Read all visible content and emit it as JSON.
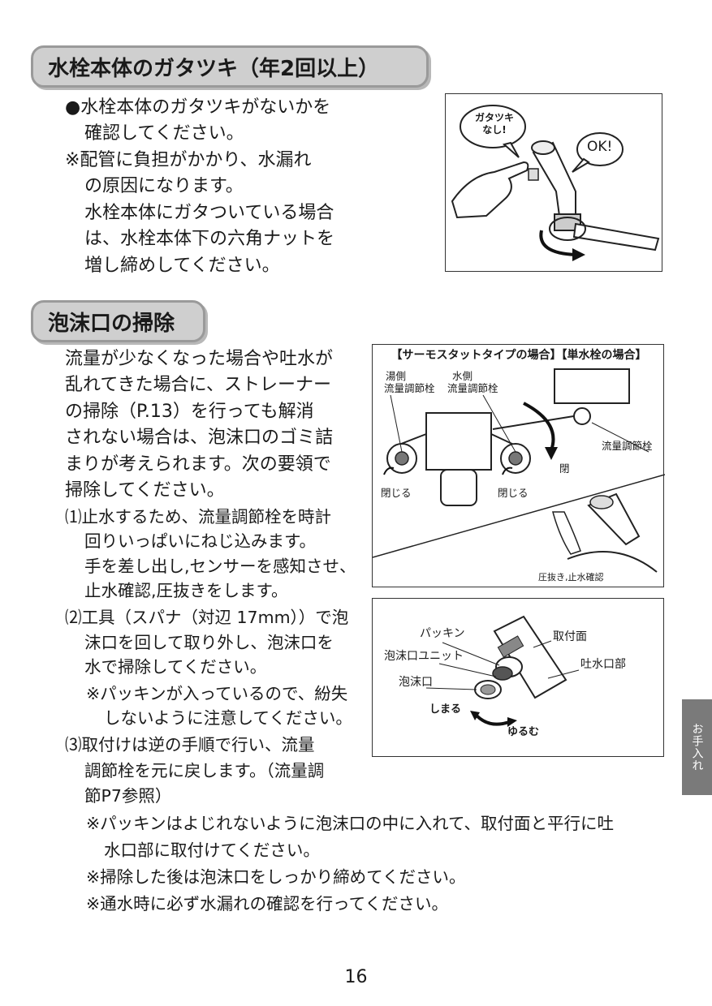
{
  "section1": {
    "title": "水栓本体のガタツキ（年2回以上）",
    "lines": [
      "●水栓本体のガタツキがないかを",
      "確認してください。",
      "※配管に負担がかかり、水漏れ",
      "の原因になります。",
      "水栓本体にガタついている場合",
      "は、水栓本体下の六角ナットを",
      "増し締めしてください。"
    ],
    "figure": {
      "bubble_left": "ガタツキ\nなし!",
      "bubble_right": "OK!"
    }
  },
  "section2": {
    "title": "泡沫口の掃除",
    "lines": [
      "流量が少なくなった場合や吐水が",
      "乱れてきた場合に、ストレーナー",
      "の掃除（P.13）を行っても解消",
      "されない場合は、泡沫口のゴミ詰",
      "まりが考えられます。次の要領で",
      "掃除してください。",
      "⑴止水するため、流量調節栓を時計",
      "回りいっぱいにねじ込みます。",
      "手を差し出し,センサーを感知させ、",
      "止水確認,圧抜きをします。",
      "⑵工具（スパナ（対辺 17mm））で泡",
      "沫口を回して取り外し、泡沫口を",
      "水で掃除してください。",
      "※パッキンが入っているので、紛失",
      "しないように注意してください。",
      "⑶取付けは逆の手順で行い、流量",
      "調節栓を元に戻します。（流量調",
      "節P7参照）"
    ],
    "notes": [
      "※パッキンはよじれないように泡沫口の中に入れて、取付面と平行に吐",
      "水口部に取付けてください。",
      "※掃除した後は泡沫口をしっかり締めてください。",
      "※通水時に必ず水漏れの確認を行ってください。"
    ],
    "figure1": {
      "header": "【サーモスタットタイプの場合】【単水栓の場合】",
      "hot_label_1": "湯側",
      "hot_label_2": "流量調節栓",
      "cold_label_1": "水側",
      "cold_label_2": "流量調節栓",
      "close_left": "閉じる",
      "close_right": "閉じる",
      "single_label": "流量調節栓",
      "close_single": "閉",
      "pressure": "圧抜き,止水確認"
    },
    "figure2": {
      "packing": "パッキン",
      "mount_surface": "取付面",
      "aerator_unit": "泡沫口ユニット",
      "spout": "吐水口部",
      "aerator": "泡沫口",
      "tighten": "しまる",
      "loosen": "ゆるむ"
    }
  },
  "side_tab": "お手入れ",
  "page_number": "16"
}
